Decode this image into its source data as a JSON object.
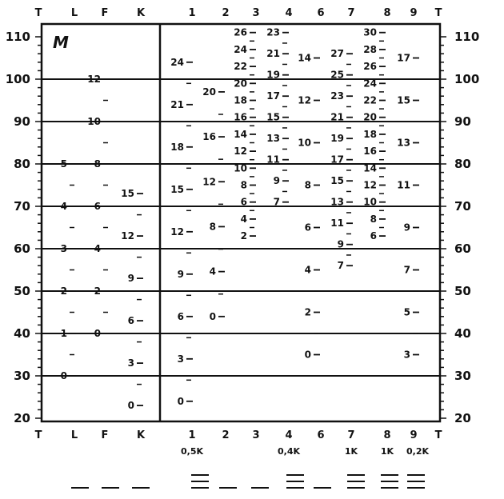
{
  "header": {
    "columns": [
      "T",
      "L",
      "F",
      "K",
      "1",
      "2",
      "3",
      "4",
      "6",
      "7",
      "8",
      "9",
      "T"
    ]
  },
  "footer": {
    "columns": [
      "T",
      "L",
      "F",
      "K",
      "1",
      "2",
      "3",
      "4",
      "6",
      "7",
      "8",
      "9",
      "T"
    ],
    "subs": [
      "0,5K",
      "0,4K",
      "1K",
      "1K",
      "0,2K"
    ]
  },
  "panel_label": "M",
  "y_axis": {
    "min": 20,
    "max": 110,
    "ticks": [
      "110",
      "100",
      "90",
      "80",
      "70",
      "60",
      "50",
      "40",
      "30",
      "20"
    ]
  },
  "columns": {
    "L": [
      "5",
      "4",
      "3",
      "2",
      "1",
      "0"
    ],
    "F": [
      "12",
      "10",
      "8",
      "6",
      "4",
      "2",
      "0"
    ],
    "K": [
      "15",
      "12",
      "9",
      "6",
      "3",
      "0"
    ],
    "1": [
      "24",
      "21",
      "18",
      "15",
      "12",
      "9",
      "6",
      "3",
      "0"
    ],
    "2": [
      "20",
      "16",
      "12",
      "8",
      "4",
      "0"
    ],
    "3": [
      "26",
      "24",
      "22",
      "20",
      "18",
      "16",
      "14",
      "12",
      "10",
      "8",
      "6",
      "4",
      "2"
    ],
    "4": [
      "23",
      "21",
      "19",
      "17",
      "15",
      "13",
      "11",
      "9",
      "7"
    ],
    "6": [
      "14",
      "12",
      "10",
      "8",
      "6",
      "4",
      "2",
      "0"
    ],
    "7": [
      "27",
      "25",
      "23",
      "21",
      "19",
      "17",
      "15",
      "13",
      "11",
      "9",
      "7"
    ],
    "8": [
      "30",
      "28",
      "26",
      "24",
      "22",
      "20",
      "18",
      "16",
      "14",
      "12",
      "10",
      "8",
      "6"
    ],
    "9": [
      "17",
      "15",
      "13",
      "11",
      "9",
      "7",
      "5",
      "3"
    ]
  }
}
